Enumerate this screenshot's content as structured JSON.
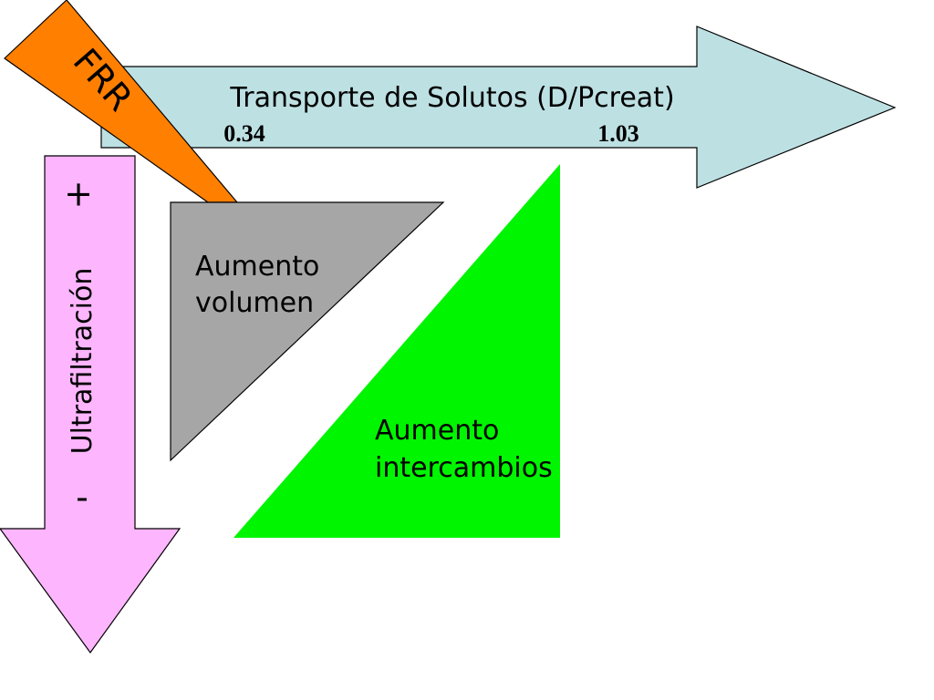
{
  "colors": {
    "transport_arrow": "#bde0e3",
    "frr_band": "#ff7f00",
    "ultrafiltration_arrow": "#fdb5fd",
    "volume_triangle": "#a6a6a6",
    "exchange_triangle": "#00f500",
    "outline": "#000000"
  },
  "transport": {
    "label": "Transporte de Solutos (D/Pcreat)",
    "low_value": "0.34",
    "high_value": "1.03"
  },
  "frr": {
    "label": "FRR"
  },
  "ultrafiltration": {
    "label": "Ultrafiltración",
    "plus_sign": "+",
    "minus_sign": "-"
  },
  "volume_triangle": {
    "line1": "Aumento",
    "line2": "volumen"
  },
  "exchange_triangle": {
    "line1": "Aumento",
    "line2": "intercambios"
  }
}
